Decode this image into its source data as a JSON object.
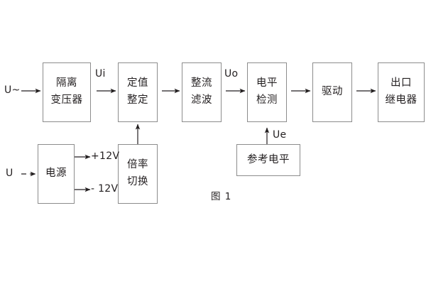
{
  "figure": {
    "caption": "图 1",
    "type": "block-diagram",
    "background_color": "#ffffff",
    "line_color": "#8c8c8c",
    "arrow_color": "#231f20",
    "text_color": "#231f20"
  },
  "blocks": {
    "isolation_transformer": {
      "line1": "隔离",
      "line2": "变压器"
    },
    "setting_value": {
      "line1": "定值",
      "line2": "整定"
    },
    "rectify_filter": {
      "line1": "整流",
      "line2": "滤波"
    },
    "level_detect": {
      "line1": "电平",
      "line2": "检测"
    },
    "drive": {
      "line1": "驱动",
      "line2": ""
    },
    "output_relay": {
      "line1": "出口",
      "line2": "继电器"
    },
    "power_supply": {
      "line1": "电源",
      "line2": ""
    },
    "multiplier_switch": {
      "line1": "倍率",
      "line2": "切换"
    },
    "reference_level": {
      "line1": "参考电平",
      "line2": ""
    }
  },
  "signals": {
    "input_ac": "U~",
    "input_dc": "U",
    "ui": "Ui",
    "uo": "Uo",
    "ue": "Ue",
    "rail_positive": "+12V",
    "rail_negative": "- 12V"
  }
}
